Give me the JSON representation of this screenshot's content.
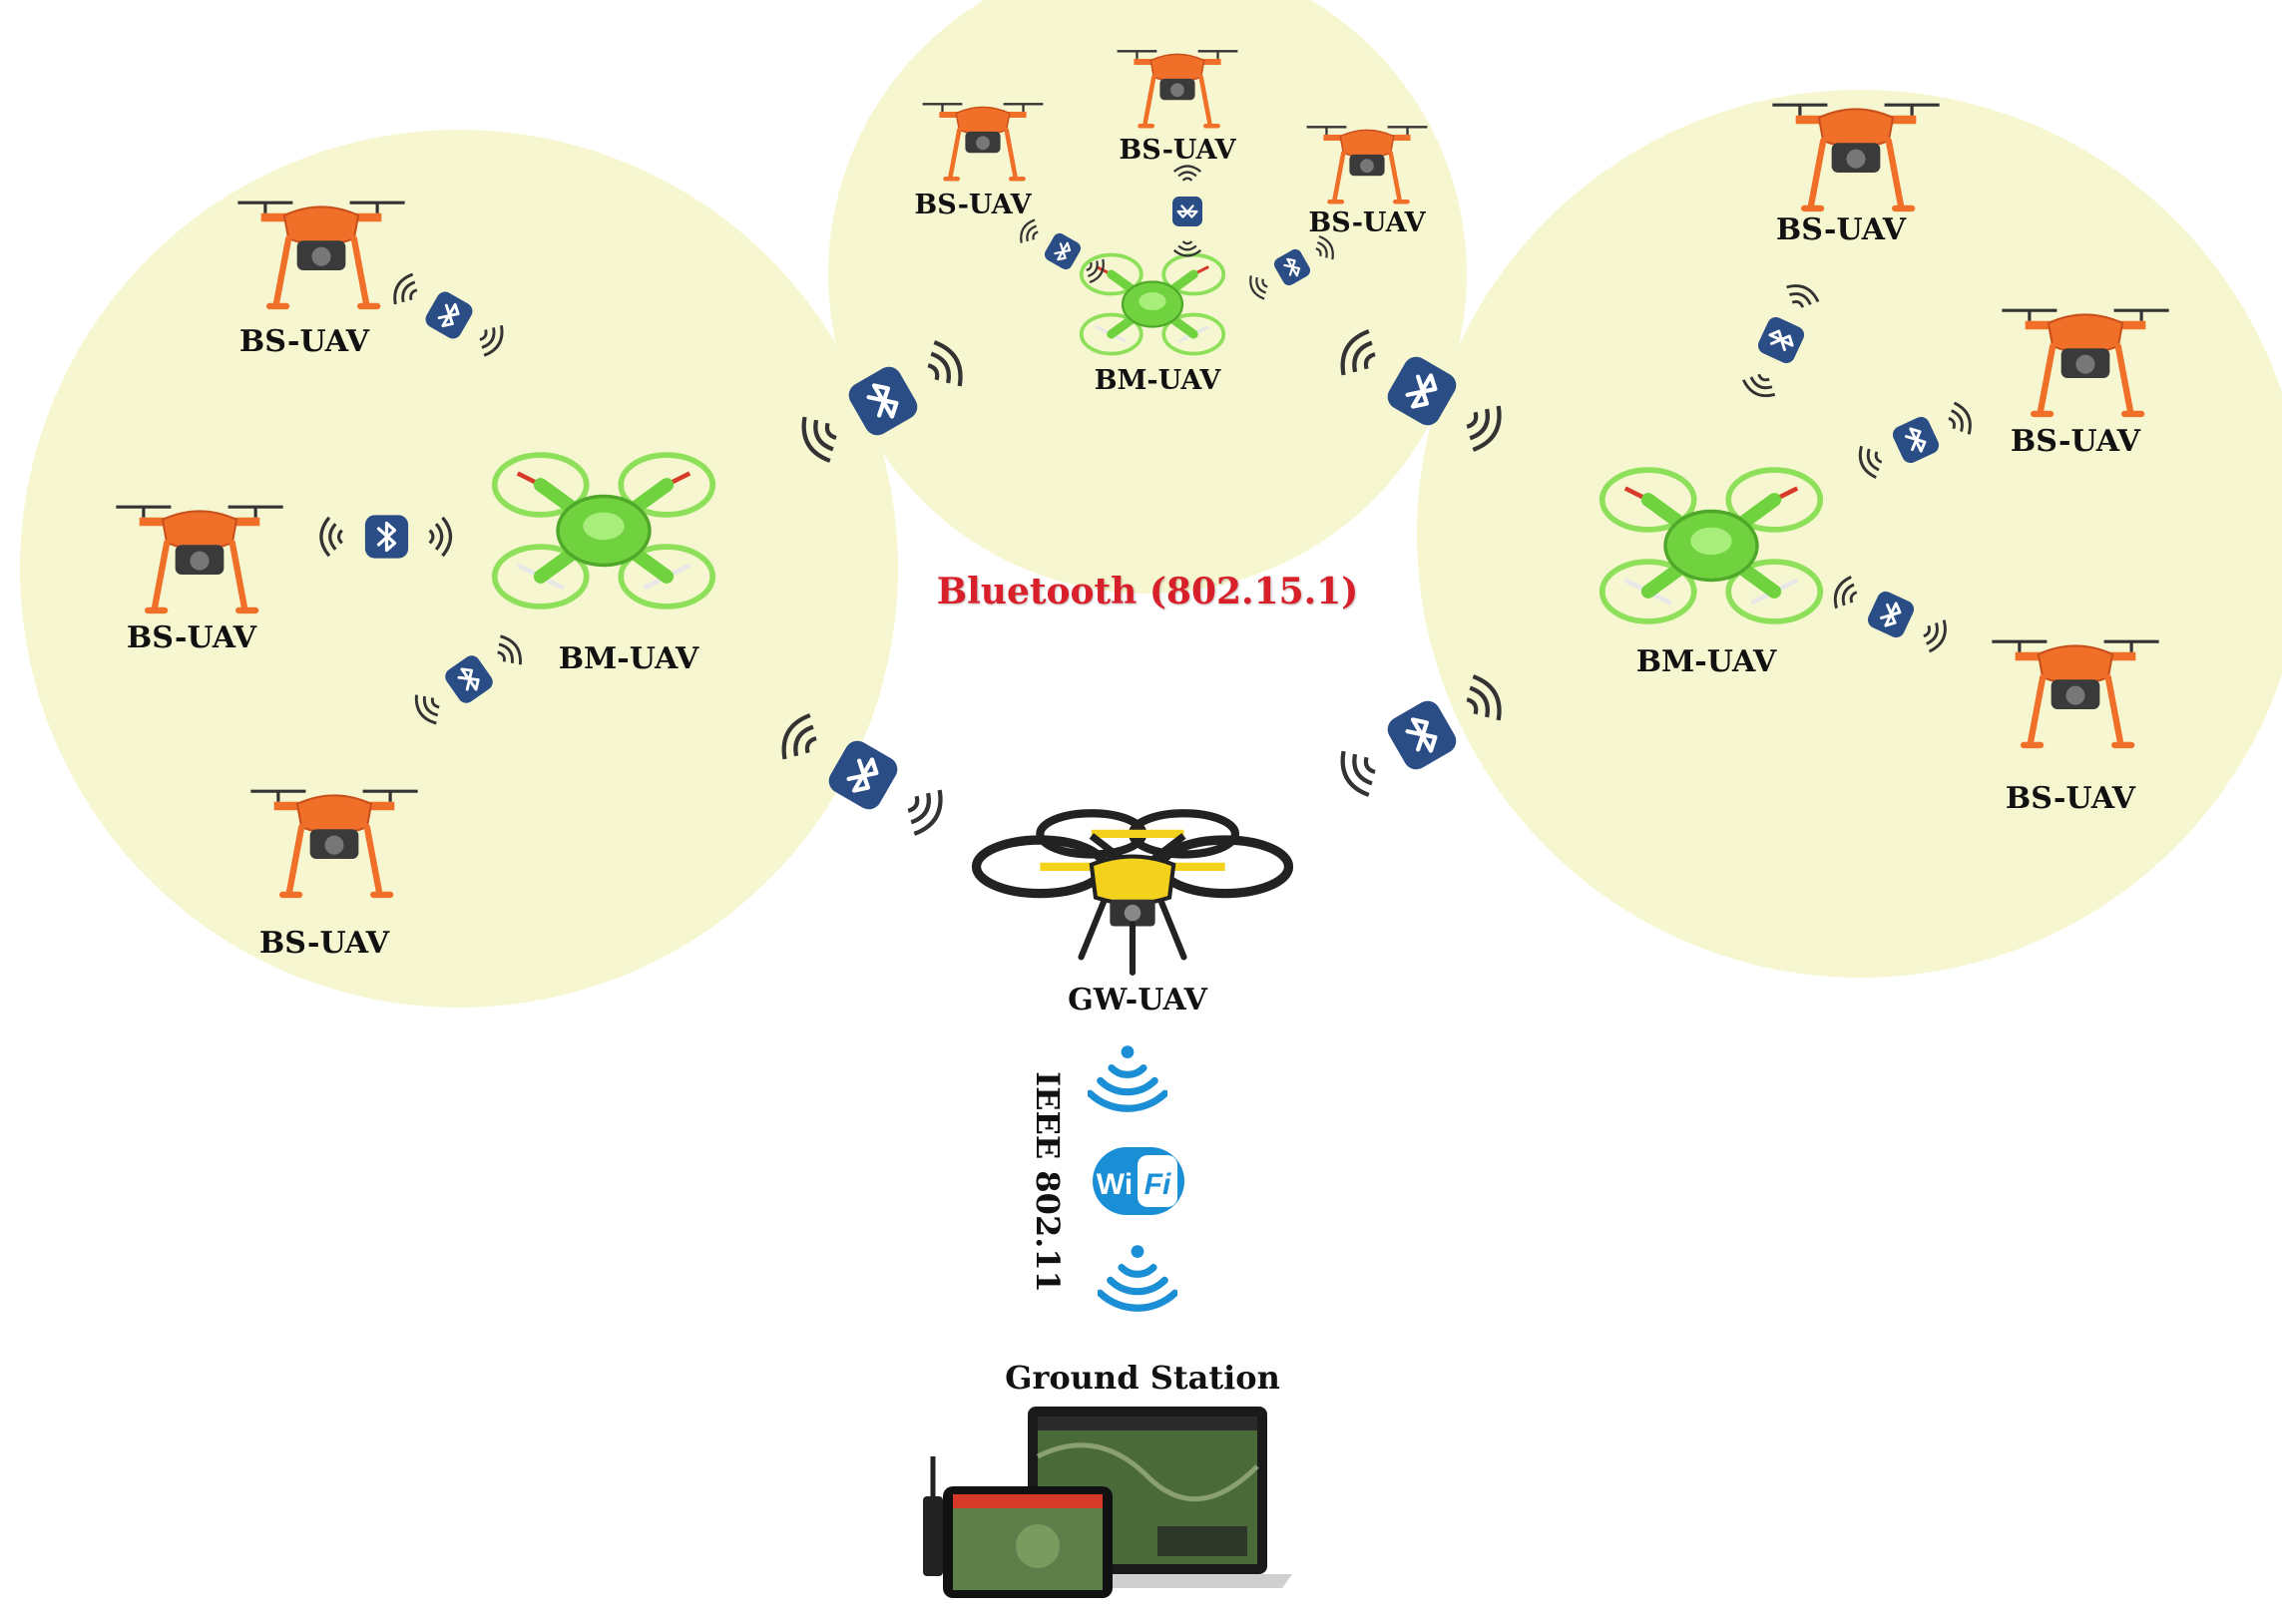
{
  "labels": {
    "bs_uav": "BS-UAV",
    "bm_uav": "BM-UAV",
    "gw_uav": "GW-UAV",
    "bluetooth": "Bluetooth (802.15.1)",
    "ieee": "IEEE 802.11",
    "ground_station": "Ground Station",
    "wifi_wi": "Wi",
    "wifi_fi": "Fi"
  },
  "icons": {
    "slave_drone": "orange-quadcopter-icon",
    "master_drone": "green-quadcopter-icon",
    "gateway_drone": "yellow-quadcopter-icon",
    "bluetooth": "bluetooth-icon",
    "wifi": "wifi-icon",
    "ground_station": "laptop-tablet-icon"
  },
  "colors": {
    "cluster_fill": "#f6f7d0",
    "bluetooth_badge": "#2a4d86",
    "bluetooth_text": "#d8202a",
    "wifi_blue": "#1b8fd6",
    "slave_drone": "#f0702a",
    "master_drone": "#6fd23e",
    "gateway_drone": "#f2d21c"
  }
}
